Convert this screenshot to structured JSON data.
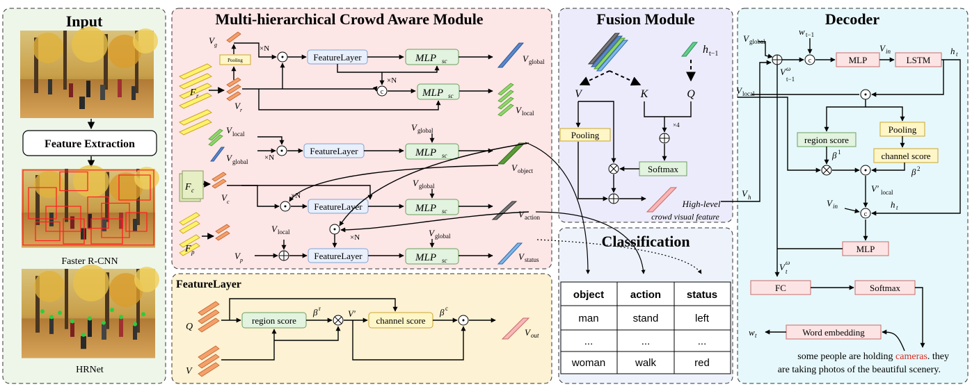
{
  "input": {
    "title": "Input",
    "feature_extraction": "Feature Extraction",
    "faster_rcnn": "Faster R-CNN",
    "hrnet": "HRNet"
  },
  "mcam": {
    "title": "Multi-hierarchical Crowd Aware Module",
    "vg": "V",
    "vg_sub": "g",
    "fr": "F",
    "fr_sub": "r",
    "vr": "V",
    "vr_sub": "r",
    "fc": "F",
    "fc_sub": "c",
    "vc": "V",
    "vc_sub": "c",
    "fp": "F",
    "fp_sub": "p",
    "vp": "V",
    "vp_sub": "p",
    "pooling": "Pooling",
    "feature_layer": "FeatureLayer",
    "mlp": "MLP",
    "mlp_sub": "sc",
    "xn": "×N",
    "concat": "c",
    "v_local": "V",
    "v_local_sub": "local",
    "v_global": "V",
    "v_global_sub": "global",
    "out_global": "global",
    "out_local": "local",
    "out_object": "object",
    "out_action": "action",
    "out_status": "status"
  },
  "feature_layer": {
    "title": "FeatureLayer",
    "q": "Q",
    "v": "V",
    "region_score": "region score",
    "channel_score": "channel score",
    "beta_r": "β",
    "beta_r_sup": "r",
    "beta_c": "β",
    "beta_c_sup": "c",
    "v_prime": "V′",
    "v_out": "V",
    "v_out_sub": "out"
  },
  "fusion": {
    "title": "Fusion Module",
    "h": "h",
    "h_sub": "t−1",
    "v": "V",
    "k": "K",
    "q": "Q",
    "x4": "×4",
    "pooling": "Pooling",
    "softmax": "Softmax",
    "high_level": "High-level",
    "crowd_visual": "crowd visual feature",
    "vh": "V",
    "vh_sub": "h"
  },
  "classification": {
    "title": "Classification",
    "headers": [
      "object",
      "action",
      "status"
    ],
    "rows": [
      [
        "man",
        "stand",
        "left"
      ],
      [
        "...",
        "...",
        "..."
      ],
      [
        "woman",
        "walk",
        "red"
      ]
    ]
  },
  "decoder": {
    "title": "Decoder",
    "v_global": "V",
    "v_global_sub": "global",
    "w_prev": "w",
    "w_prev_sub": "t−1",
    "mlp": "MLP",
    "lstm": "LSTM",
    "v_in": "V",
    "v_in_sub": "in",
    "h_t": "h",
    "h_t_sub": "t",
    "v_local": "V",
    "v_local_sub": "local",
    "v_omega_prev": "V",
    "v_omega_prev_sup": "ω",
    "v_omega_prev_sub": "t−1",
    "region_score": "region score",
    "pooling": "Pooling",
    "channel_score": "channel score",
    "beta1": "β",
    "beta1_sup": "1",
    "beta2": "β",
    "beta2_sup": "2",
    "v_local_prime": "V′",
    "v_local_prime_sub": "local",
    "mlp2": "MLP",
    "v_omega": "V",
    "v_omega_sup": "ω",
    "v_omega_sub": "t",
    "fc": "FC",
    "softmax": "Softmax",
    "word_embedding": "Word embedding",
    "w_t": "w",
    "w_t_sub": "t",
    "caption_pre": "some people are holding ",
    "caption_red": "cameras",
    "caption_post": ". they",
    "caption_line2": "are taking photos of the beautiful scenery."
  },
  "colors": {
    "input_bg": "#eef6ea",
    "mcam_bg": "#fde6e6",
    "featurelayer_bg": "#fdf2d3",
    "fusion_bg": "#ecebfb",
    "classification_bg": "#eef2fb",
    "decoder_bg": "#e6f8fb",
    "box_blue_fill": "#e9f0fb",
    "box_blue_stroke": "#7fa3d6",
    "box_green_fill": "#e2f3df",
    "box_green_stroke": "#6a9f5f",
    "box_yellow_fill": "#fff6c7",
    "box_yellow_stroke": "#c9a52c",
    "box_pink_fill": "#fde4e4",
    "box_pink_stroke": "#c86a6a",
    "caption_red": "#d9281e"
  }
}
